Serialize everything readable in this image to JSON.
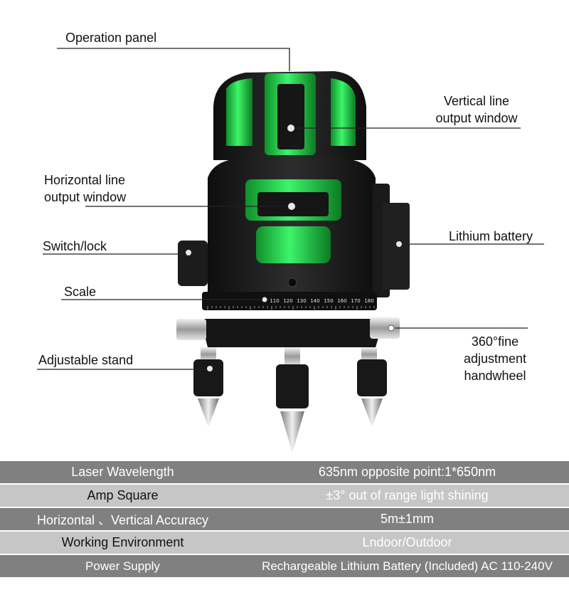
{
  "colors": {
    "accent_green": "#22e04a",
    "body_black": "#1b1b1b",
    "metal": "#cfcfcf",
    "row_dark": "#808080",
    "row_light": "#c6c6c6"
  },
  "callouts": {
    "operation_panel": "Operation panel",
    "vertical_window_l1": "Vertical line",
    "vertical_window_l2": "output window",
    "horizontal_window_l1": "Horizontal line",
    "horizontal_window_l2": "output window",
    "switch_lock": "Switch/lock",
    "lithium_battery": "Lithium battery",
    "scale": "Scale",
    "handwheel_l1": "360°fine",
    "handwheel_l2": "adjustment",
    "handwheel_l3": "handwheel",
    "adjustable_stand": "Adjustable stand"
  },
  "scale_ticks": [
    "110",
    "120",
    "130",
    "140",
    "150",
    "160",
    "170",
    "180"
  ],
  "specs": [
    {
      "label": "Laser Wavelength",
      "value": "635nm opposite point:1*650nm"
    },
    {
      "label": "Amp Square",
      "value": "±3° out of range light shining"
    },
    {
      "label": "Horizontal 、Vertical Accuracy",
      "value": "5m±1mm"
    },
    {
      "label": "Working Environment",
      "value": "Lndoor/Outdoor"
    },
    {
      "label": "Power Supply",
      "value": "Rechargeable Lithium Battery (Included) AC 110-240V"
    }
  ]
}
